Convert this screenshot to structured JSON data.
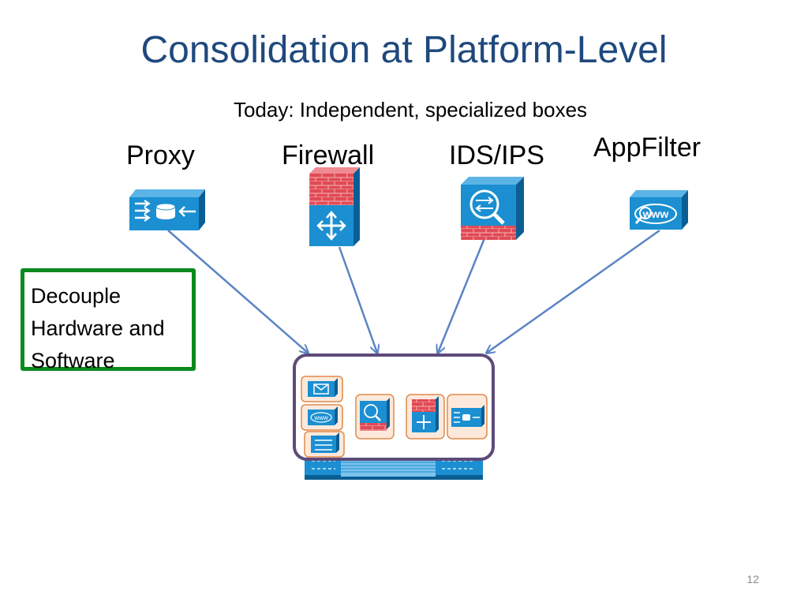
{
  "slide": {
    "title": "Consolidation at Platform-Level",
    "subtitle": "Today: Independent, specialized boxes",
    "page_number": "12"
  },
  "appliances": [
    {
      "label": "Proxy",
      "icon": "proxy-appliance-icon"
    },
    {
      "label": "Firewall",
      "icon": "firewall-appliance-icon"
    },
    {
      "label": "IDS/IPS",
      "icon": "ids-ips-appliance-icon"
    },
    {
      "label": "AppFilter",
      "icon": "appfilter-appliance-icon"
    }
  ],
  "callout": {
    "lines": [
      "Decouple",
      "Hardware and",
      "Software"
    ]
  },
  "colors": {
    "title": "#1f497d",
    "device_blue": "#1b8fd1",
    "device_dark": "#0b5e93",
    "firewall_red": "#e04a55",
    "arrow": "#5a84c4",
    "platform_border": "#5c4b7a",
    "callout_border": "#0a8a1f"
  }
}
